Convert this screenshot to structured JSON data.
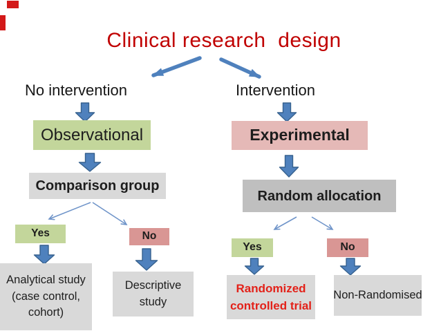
{
  "title": {
    "text": "Clinical research  design"
  },
  "branches": {
    "left": {
      "label": "No intervention",
      "nodes": {
        "observational": "Observational",
        "comparison_group": "Comparison group",
        "yes": "Yes",
        "no": "No",
        "analytical": "Analytical study (case control, cohort)",
        "descriptive": "Descriptive study"
      }
    },
    "right": {
      "label": "Intervention",
      "nodes": {
        "experimental": "Experimental",
        "random_allocation": "Random allocation",
        "yes": "Yes",
        "no": "No",
        "randomized_controlled_trial": "Randomized controlled trial",
        "non_randomised": "Non-Randomised"
      }
    }
  },
  "colors": {
    "title_red": "#c00000",
    "rct_red": "#e32119",
    "corner_red": "#d31919",
    "green": "#c3d69b",
    "pink_light": "#e5b9b7",
    "pink": "#d99694",
    "gray_light": "#d9d9d9",
    "gray_dark": "#bfbfbf",
    "arrow_blue": "#4f81bd",
    "arrow_stroke": "#36618e",
    "thin_blue": "#6f94c9"
  }
}
